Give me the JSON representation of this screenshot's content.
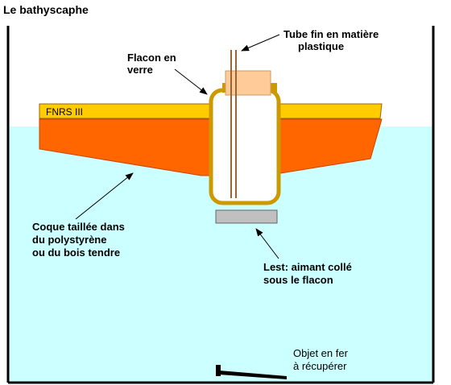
{
  "title": "Le bathyscaphe",
  "labels": {
    "tube": [
      "Tube fin en matière",
      "plastique"
    ],
    "flacon": [
      "Flacon en",
      "verre"
    ],
    "coque": [
      "Coque taillée dans",
      "du polystyrène",
      "ou du bois tendre"
    ],
    "lest": [
      "Lest: aimant collé",
      "sous le flacon"
    ],
    "objet": [
      "Objet en fer",
      "à récupérer"
    ],
    "deck": "FNRS III"
  },
  "colors": {
    "water": "#ccffff",
    "deck": "#ffcc00",
    "hull": "#ff6600",
    "bottle_outline": "#cc9900",
    "stopper": "#ffcc99",
    "tube": "#996633",
    "ballast": "#c0c0c0",
    "iron": "#000000"
  },
  "icons": [
    "arrow-icon",
    "iron-object-icon"
  ]
}
